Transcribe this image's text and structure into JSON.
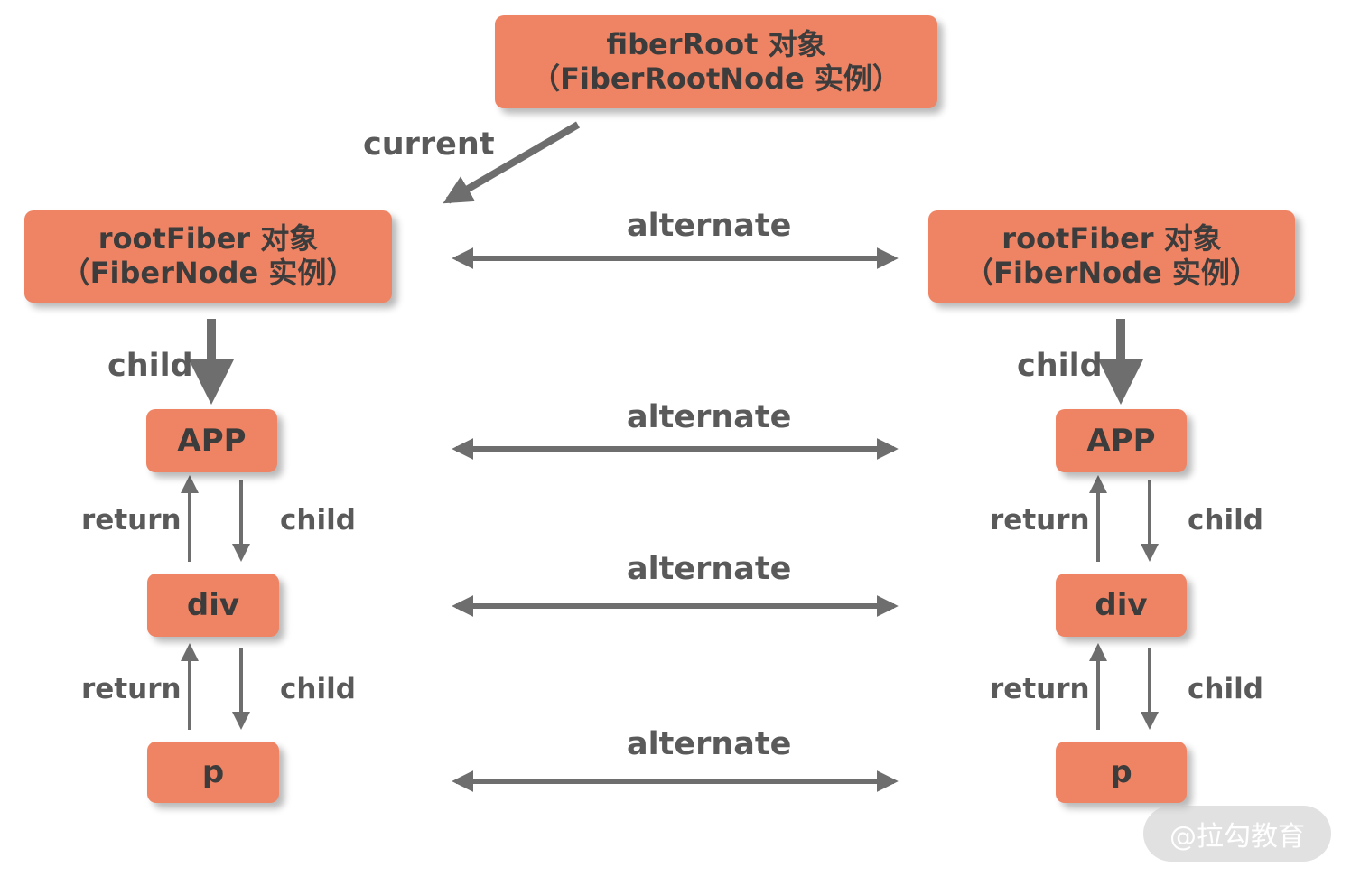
{
  "colors": {
    "node_fill": "#ef8464",
    "arrow": "#6e6e6e",
    "label_text": "#5a5a5a",
    "node_text": "#3c3c3c"
  },
  "fiber_root": {
    "line1": "fiberRoot 对象",
    "line2": "（FiberRootNode 实例）"
  },
  "current_label": "current",
  "left_tree": {
    "root": {
      "line1": "rootFiber 对象",
      "line2": "（FiberNode 实例）"
    },
    "root_child_label": "child",
    "app": "APP",
    "app_return_label": "return",
    "app_child_label": "child",
    "div": "div",
    "div_return_label": "return",
    "div_child_label": "child",
    "p": "p"
  },
  "right_tree": {
    "root": {
      "line1": "rootFiber 对象",
      "line2": "（FiberNode 实例）"
    },
    "root_child_label": "child",
    "app": "APP",
    "app_return_label": "return",
    "app_child_label": "child",
    "div": "div",
    "div_return_label": "return",
    "div_child_label": "child",
    "p": "p"
  },
  "alternate_labels": [
    "alternate",
    "alternate",
    "alternate",
    "alternate"
  ],
  "watermark": "@拉勾教育"
}
